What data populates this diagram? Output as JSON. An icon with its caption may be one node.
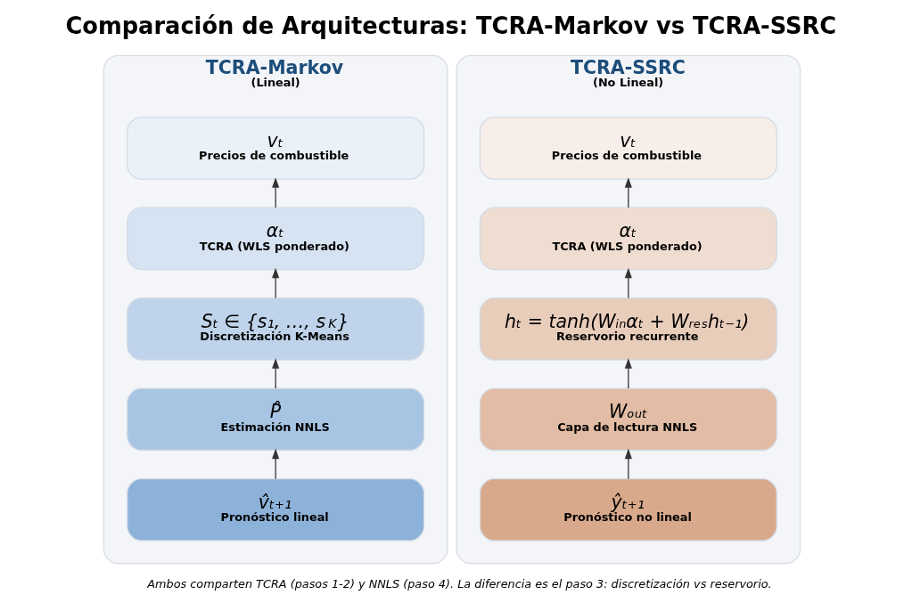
{
  "diagram": {
    "title": "Comparación de Arquitecturas: TCRA-Markov vs TCRA-SSRC",
    "nodes": [
      {
        "text": [
          "TCRA-Markov",
          "(Lineal)"
        ]
      },
      {
        "text": [
          "vₜ",
          "Precios de combustible"
        ],
        "in": 0
      },
      {
        "text": [
          "αₜ",
          "TCRA (WLS ponderado)"
        ],
        "in": 0
      },
      {
        "text": [
          "Sₜ ∈ {s₁, …, s$_{K}$}",
          "Discretización K-Means"
        ],
        "in": 0
      },
      {
        "text": [
          "P̂",
          "Estimación NNLS"
        ],
        "in": 0
      },
      {
        "text": [
          "v̂ₜ₊₁",
          "Pronóstico lineal"
        ],
        "in": 0
      },
      {
        "text": [
          "TCRA-SSRC",
          "(No Lineal)"
        ]
      },
      {
        "text": [
          "vₜ",
          "Precios de combustible"
        ],
        "in": 6
      },
      {
        "text": [
          "αₜ",
          "TCRA (WLS ponderado)"
        ],
        "in": 6
      },
      {
        "text": [
          "hₜ = tanh(Wᵢₙαₜ + Wᵣₑₛhₜ₋₁)",
          "Reservorio recurrente"
        ],
        "in": 6
      },
      {
        "text": [
          "Wₒᵤₜ",
          "Capa de lectura NNLS"
        ],
        "in": 6
      },
      {
        "text": [
          "ŷₜ₊₁",
          "Pronóstico no lineal"
        ],
        "in": 6
      }
    ],
    "edges": [
      {
        "from": 2,
        "to": 1,
        "arrow": "to"
      },
      {
        "from": 3,
        "to": 2,
        "arrow": "to"
      },
      {
        "from": 4,
        "to": 3,
        "arrow": "to"
      },
      {
        "from": 5,
        "to": 4,
        "arrow": "to"
      },
      {
        "from": 8,
        "to": 7,
        "arrow": "to"
      },
      {
        "from": 9,
        "to": 8,
        "arrow": "to"
      },
      {
        "from": 10,
        "to": 9,
        "arrow": "to"
      },
      {
        "from": 11,
        "to": 10,
        "arrow": "to"
      }
    ],
    "labels": [
      "Ambos comparten TCRA (pasos 1-2) y NNLS (paso 4). La diferencia es el paso 3: discretización vs reservorio."
    ]
  }
}
